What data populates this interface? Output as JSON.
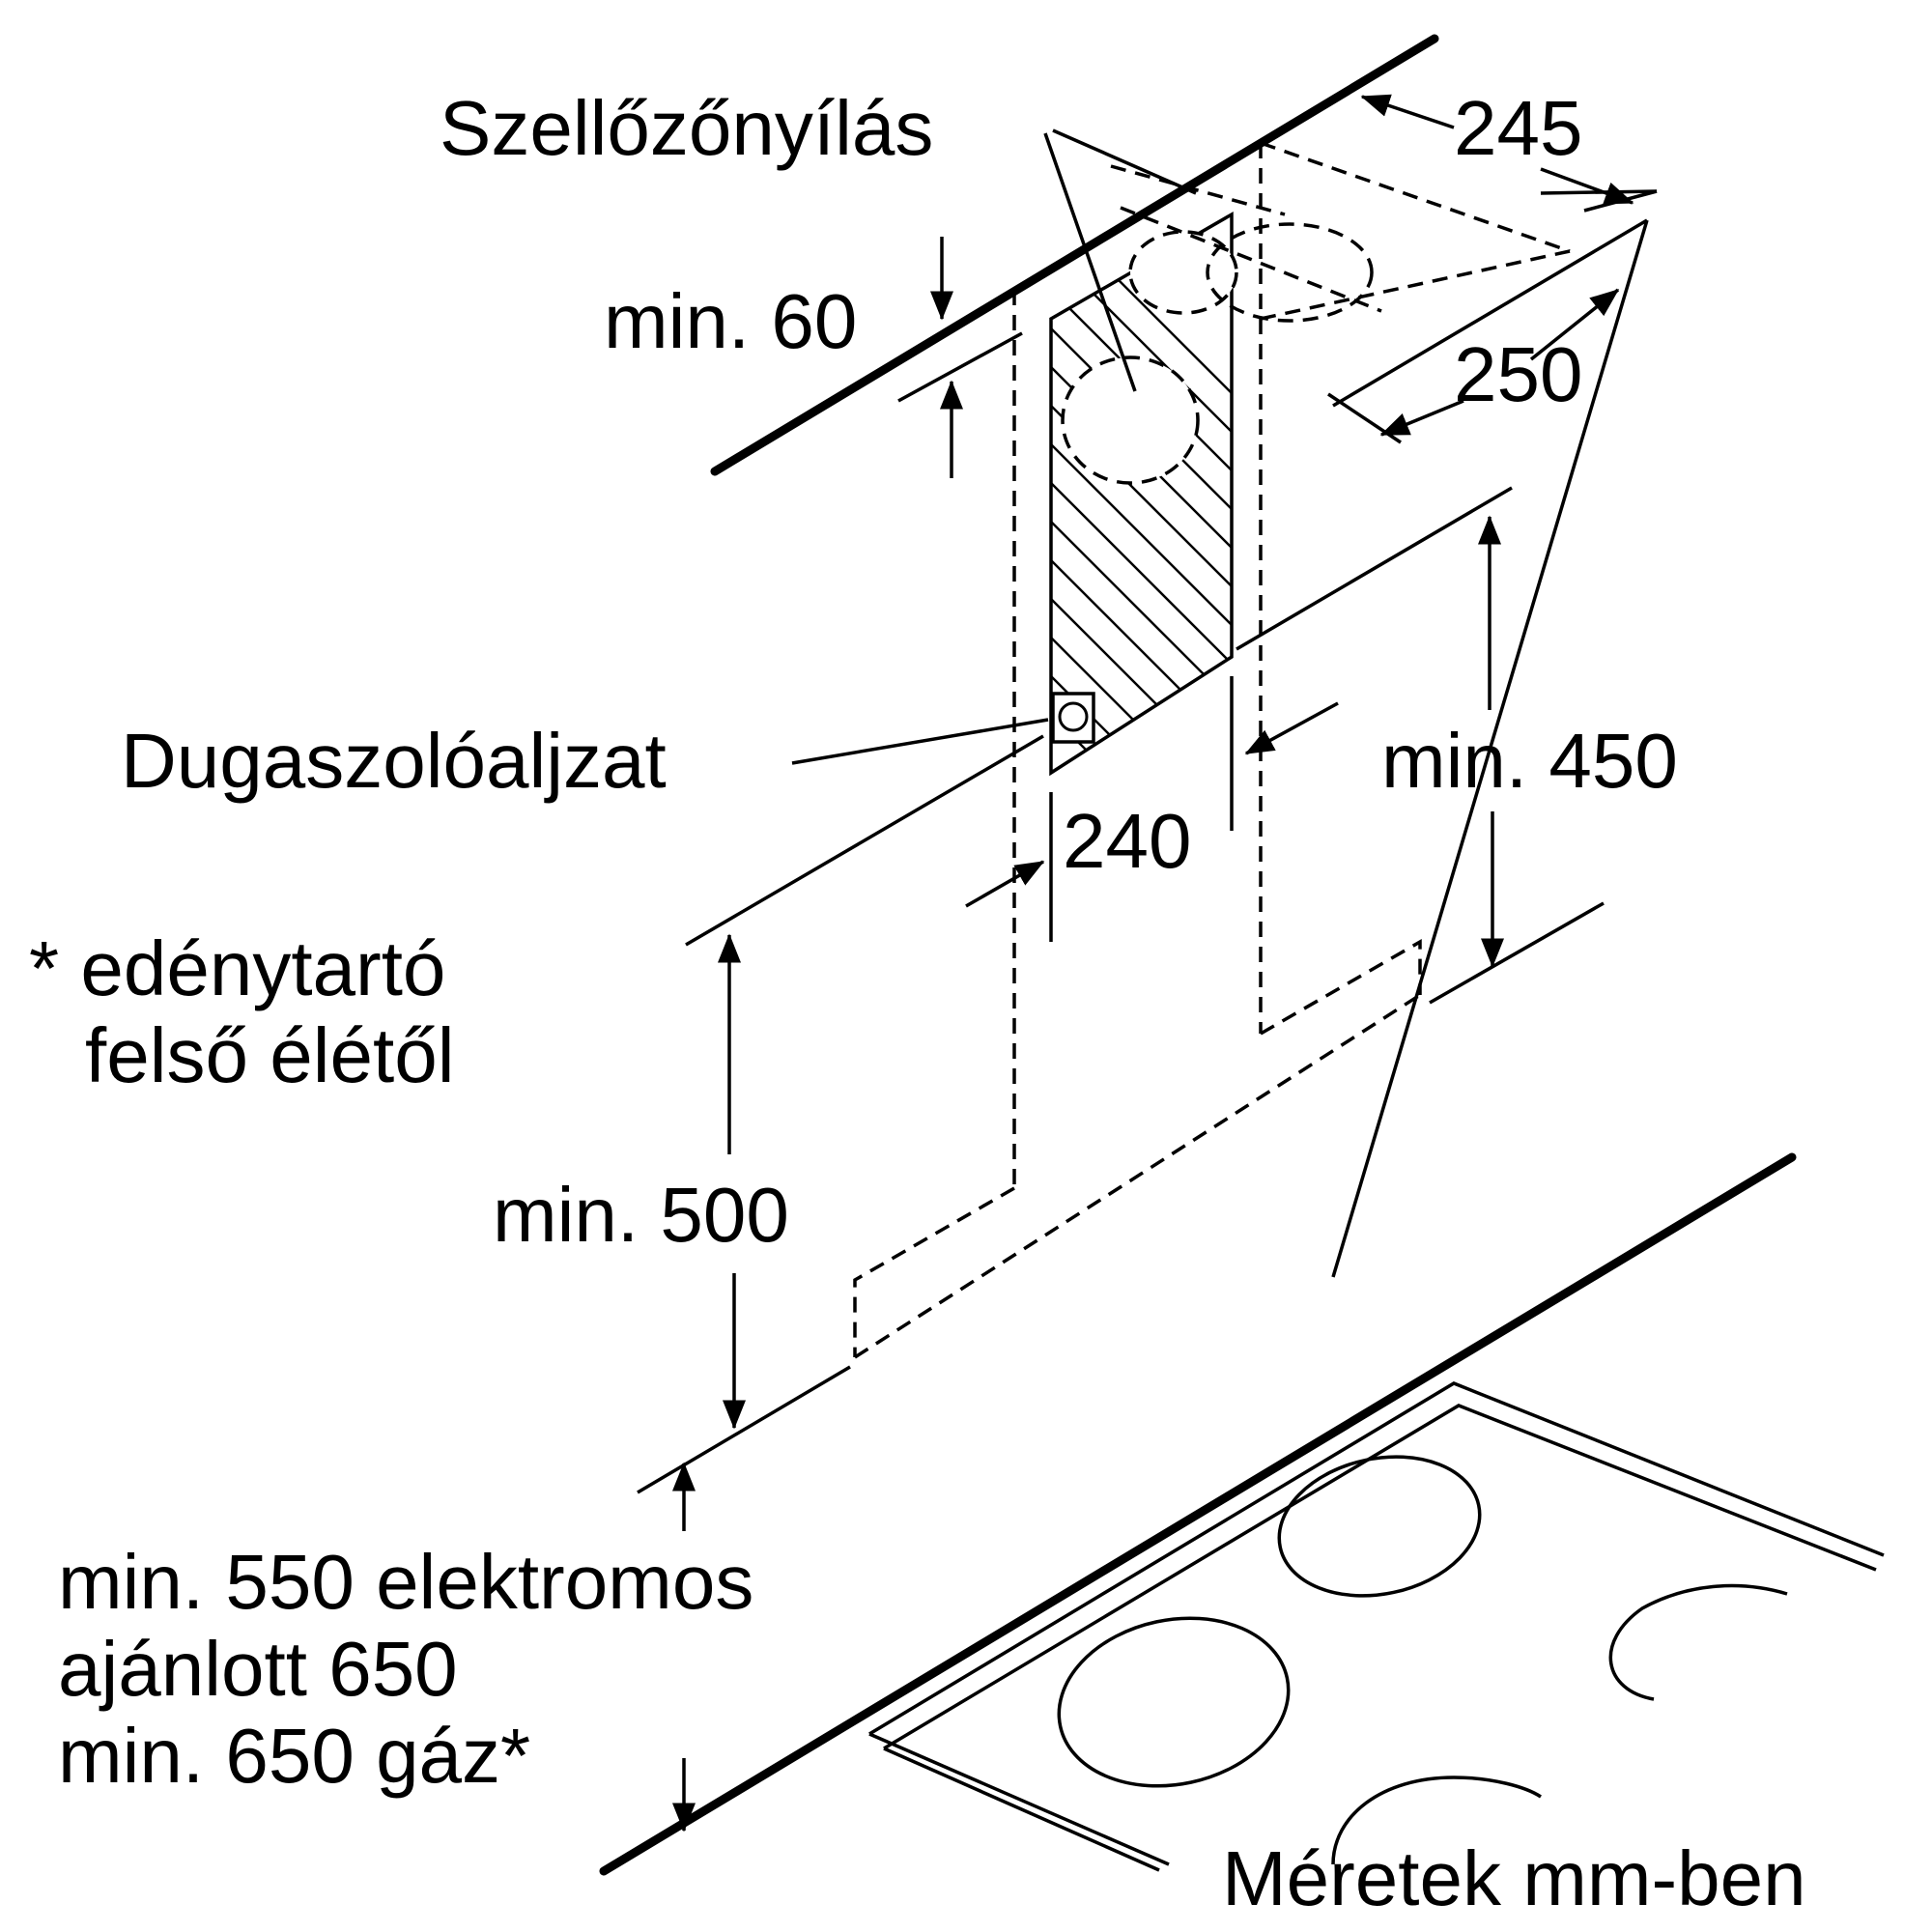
{
  "labels": {
    "vent": "Szellőzőnyílás",
    "socket": "Dugaszolóaljzat",
    "min60": "min. 60",
    "d245": "245",
    "d250": "250",
    "d240": "240",
    "min450": "min. 450",
    "min500": "min. 500",
    "note_line1": "* edénytartó",
    "note_line2": "felső élétől",
    "dist_line1": "min. 550 elektromos",
    "dist_line2": "ajánlott 650",
    "dist_line3": "min. 650 gáz*",
    "units": "Méretek mm-ben"
  }
}
